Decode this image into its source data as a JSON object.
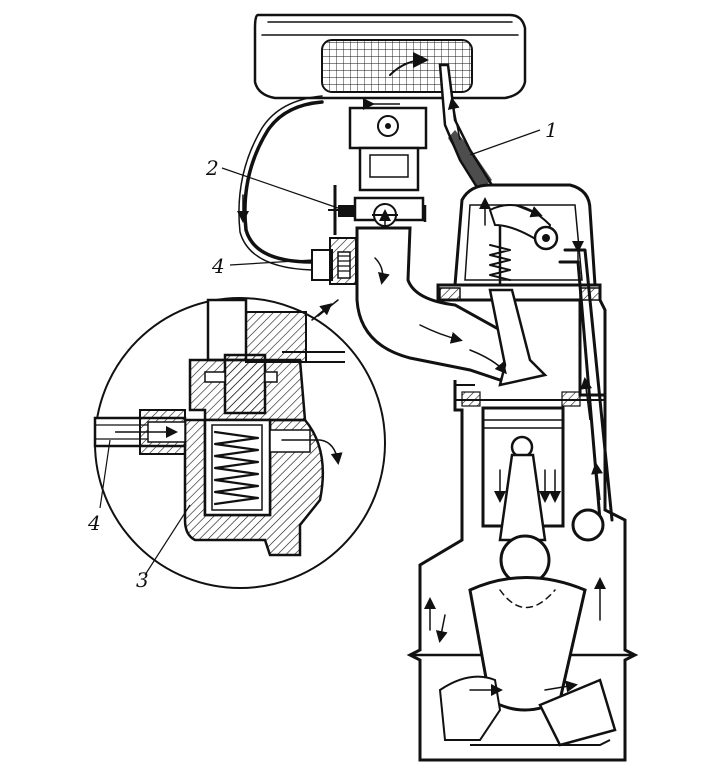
{
  "diagram": {
    "kind": "engine-crankcase-ventilation-cross-section",
    "ink_color": "#111111",
    "paper_color": "#ffffff",
    "callouts": [
      {
        "id": "c1",
        "text": "1"
      },
      {
        "id": "c2",
        "text": "2"
      },
      {
        "id": "c4a",
        "text": "4"
      },
      {
        "id": "c4b",
        "text": "4"
      },
      {
        "id": "c3",
        "text": "3"
      }
    ]
  }
}
